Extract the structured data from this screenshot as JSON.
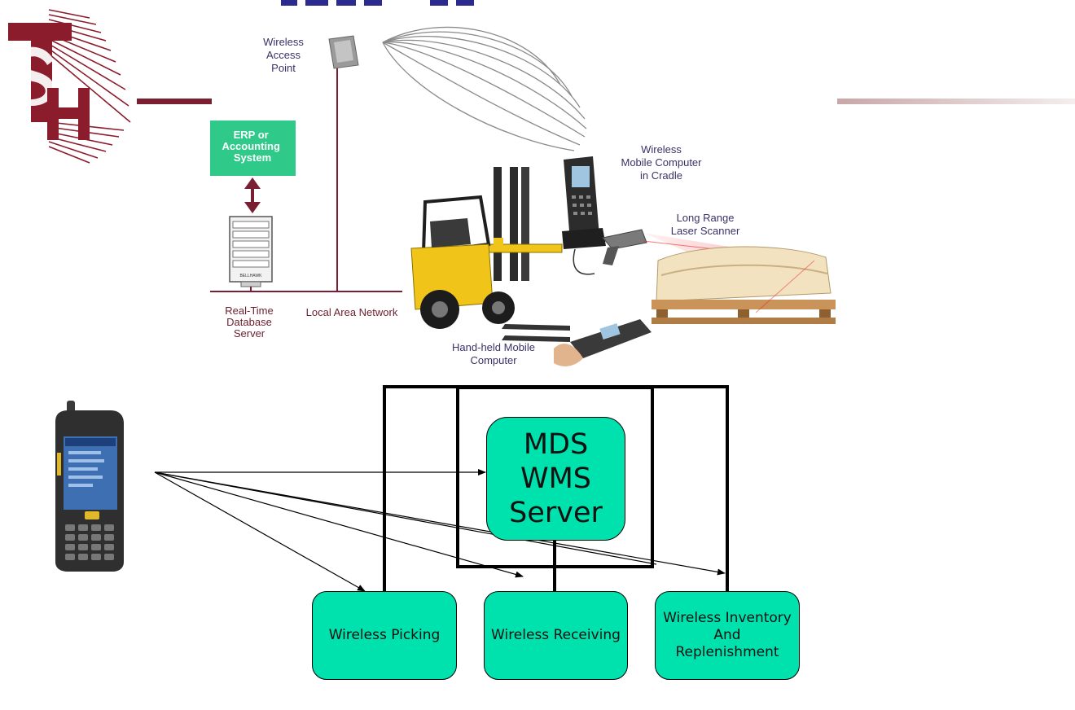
{
  "colors": {
    "accent_green": "#00e2ad",
    "erp_green": "#2fc98a",
    "network_maroon": "#7a1f31",
    "title_blue": "#2a2a8f",
    "label_purple": "#3a3266"
  },
  "logo": {
    "text": "TSH",
    "icon": "tsh-logo-icon"
  },
  "illustration": {
    "labels": {
      "access_point": "Wireless\nAccess\nPoint",
      "erp": "ERP or\nAccounting\nSystem",
      "mobile_cradle": "Wireless\nMobile Computer\nin Cradle",
      "laser_scanner": "Long Range\nLaser Scanner",
      "db_server": "Real-Time\nDatabase\nServer",
      "lan": "Local Area Network",
      "handheld": "Hand-held Mobile\nComputer",
      "server_brand": "BELLHAWK"
    }
  },
  "diagram": {
    "server": {
      "label": "MDS\nWMS\nServer"
    },
    "modules": [
      {
        "label": "Wireless Picking"
      },
      {
        "label": "Wireless Receiving"
      },
      {
        "label": "Wireless Inventory\nAnd\nReplenishment"
      }
    ]
  }
}
